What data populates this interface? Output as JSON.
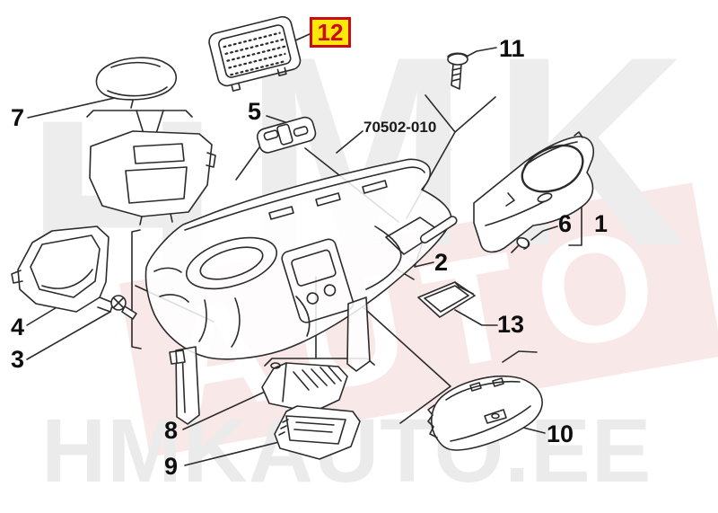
{
  "diagram": {
    "title_part_code": "70502-010",
    "highlighted_part": {
      "num": "12",
      "border_color": "#cf0a0a",
      "background_color": "#ffe70a",
      "text_color": "#cf0a0a"
    },
    "parts": [
      {
        "num": "1"
      },
      {
        "num": "2"
      },
      {
        "num": "3"
      },
      {
        "num": "4"
      },
      {
        "num": "5"
      },
      {
        "num": "6"
      },
      {
        "num": "7"
      },
      {
        "num": "8"
      },
      {
        "num": "9"
      },
      {
        "num": "10"
      },
      {
        "num": "11"
      },
      {
        "num": "12"
      },
      {
        "num": "13"
      }
    ],
    "line_color": "#2b2b2b"
  },
  "watermark": {
    "brand_letters": [
      "H",
      "M",
      "K"
    ],
    "band_text": "AUTO",
    "band_color": "#f9e8e8",
    "letter_color": "#ededed",
    "bottom_text": "HMKAUTO.EE",
    "bottom_color": "#ebebeb"
  }
}
